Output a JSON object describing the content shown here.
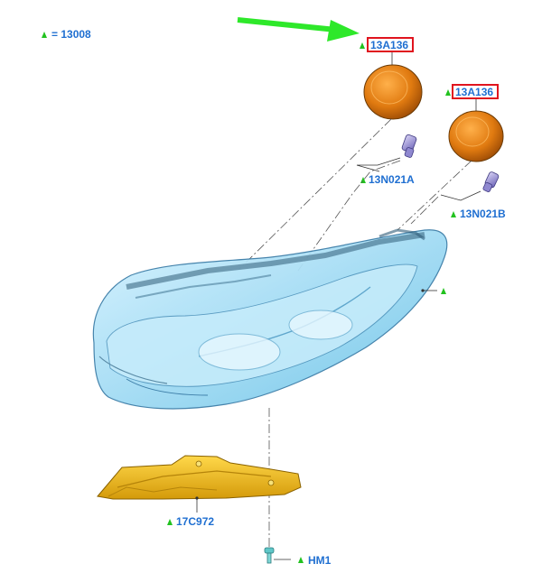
{
  "legend": {
    "text": "= 13008",
    "marker": "green-triangle"
  },
  "callouts": {
    "cap_upper": "13A136",
    "cap_lower": "13A136",
    "bulb_a": "13N021A",
    "bulb_b": "13N021B",
    "shield": "17C972",
    "screw": "HM1"
  },
  "highlight": {
    "arrow_color": "#2ee82a",
    "box_color": "#e0141e"
  },
  "colors": {
    "label": "#1f6fd1",
    "triangle": "#22c21f",
    "cap": "#e8820e",
    "bracket": "#f2c21c",
    "lens": "#a9dff5"
  }
}
